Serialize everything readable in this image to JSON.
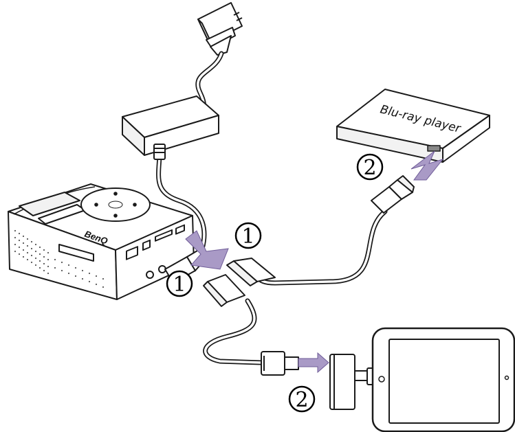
{
  "devices": {
    "player_label": "Blu-ray player",
    "projector_brand": "BenQ"
  },
  "steps": {
    "hdmi_projector": "1",
    "power_projector": "1",
    "hdmi_player": "2",
    "adapter_ipad": "2"
  },
  "colors": {
    "arrow_fill": "#a99ac6",
    "arrow_stroke": "#6f5c98",
    "outline": "#1a1a1a",
    "grille": "#555555"
  }
}
